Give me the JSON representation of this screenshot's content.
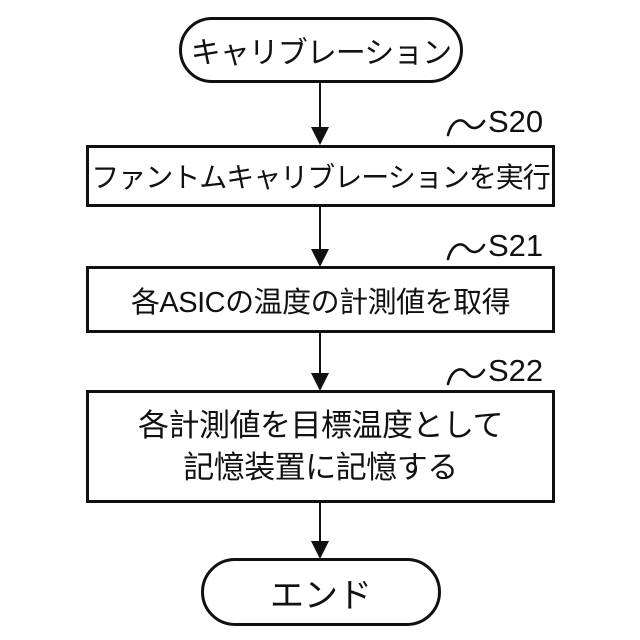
{
  "flowchart": {
    "start": {
      "label": "キャリブレーション"
    },
    "steps": [
      {
        "id": "S20",
        "lines": [
          "ファントムキャリブレーションを実行"
        ]
      },
      {
        "id": "S21",
        "lines": [
          "各ASICの温度の計測値を取得"
        ]
      },
      {
        "id": "S22",
        "lines": [
          "各計測値を目標温度として",
          "記憶装置に記憶する"
        ]
      }
    ],
    "end": {
      "label": "エンド"
    },
    "colors": {
      "line": "#111111",
      "background": "#ffffff"
    }
  }
}
